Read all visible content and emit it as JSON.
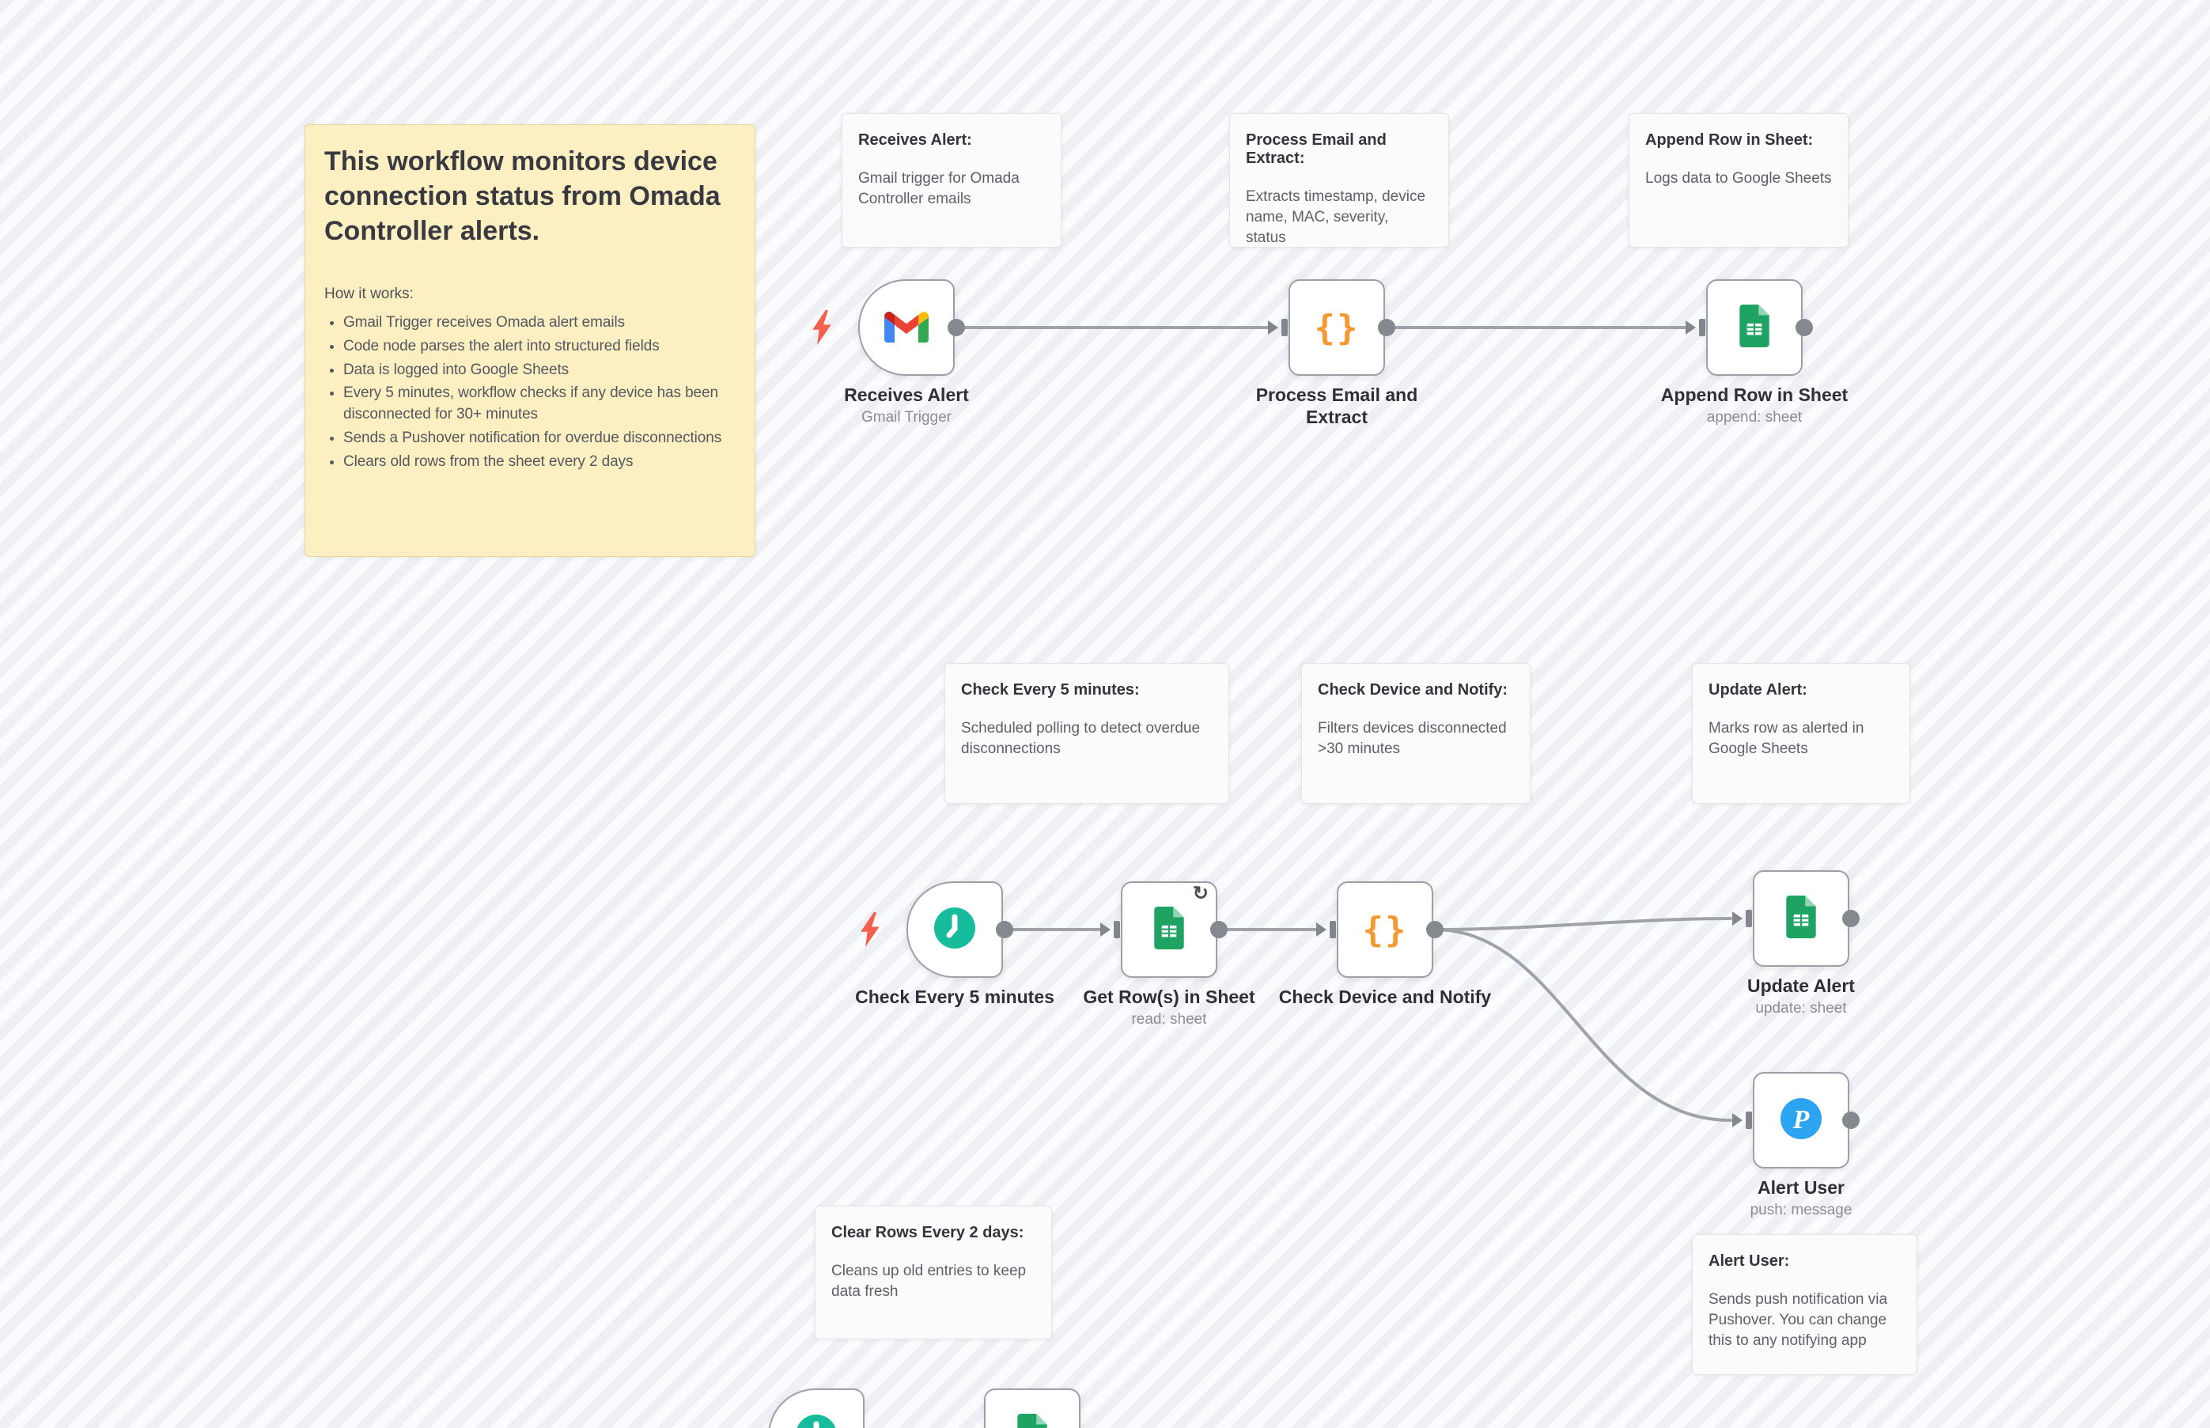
{
  "yellow_note": {
    "title": "This workflow monitors device connection status from Omada Controller alerts.",
    "subtitle": "How it works:",
    "bullets": [
      "Gmail Trigger receives Omada alert emails",
      "Code node parses the alert into structured fields",
      "Data is logged into Google Sheets",
      "Every 5 minutes, workflow checks if any device has been disconnected for 30+ minutes",
      "Sends a Pushover notification for overdue disconnections",
      "Clears old rows from the sheet every 2 days"
    ]
  },
  "notes": {
    "receives_alert": {
      "title": "Receives Alert:",
      "body": "Gmail trigger for Omada Controller emails"
    },
    "process_email": {
      "title": "Process Email and Extract:",
      "body": "Extracts timestamp, device name, MAC, severity, status"
    },
    "append_row": {
      "title": "Append Row in Sheet:",
      "body": "Logs data to Google Sheets"
    },
    "check_every": {
      "title": "Check Every 5 minutes:",
      "body": "Scheduled polling to detect overdue disconnections"
    },
    "check_device": {
      "title": "Check Device and Notify:",
      "body": "Filters devices disconnected >30 minutes"
    },
    "update_alert": {
      "title": "Update Alert:",
      "body": "Marks row as alerted in Google Sheets"
    },
    "clear_rows": {
      "title": "Clear Rows Every 2 days:",
      "body": "Cleans up old entries to keep data fresh"
    },
    "alert_user": {
      "title": "Alert User:",
      "body": "Sends push notification via Pushover. You can change this to any notifying app"
    }
  },
  "nodes": {
    "receives_alert": {
      "label": "Receives Alert",
      "sublabel": "Gmail Trigger"
    },
    "process_email": {
      "label": "Process Email and Extract"
    },
    "append_row": {
      "label": "Append Row in Sheet",
      "sublabel": "append: sheet"
    },
    "check_every": {
      "label": "Check Every 5 minutes"
    },
    "get_rows": {
      "label": "Get Row(s) in Sheet",
      "sublabel": "read: sheet"
    },
    "check_device": {
      "label": "Check Device and Notify"
    },
    "update_alert": {
      "label": "Update Alert",
      "sublabel": "update: sheet"
    },
    "alert_user": {
      "label": "Alert User",
      "sublabel": "push: message"
    }
  },
  "icons": {
    "refresh": "↻"
  },
  "colors": {
    "canvas_stripe": "#eef0f4",
    "node_border": "#9da0a8",
    "edge": "#9fa2a8",
    "bolt": "#f4604d",
    "code_braces": "#f59a31",
    "clock": "#17bc9c",
    "sheets_green": "#1ea362",
    "pushover_blue": "#2da4f2",
    "sticky_yellow": "#fcf0c3"
  }
}
